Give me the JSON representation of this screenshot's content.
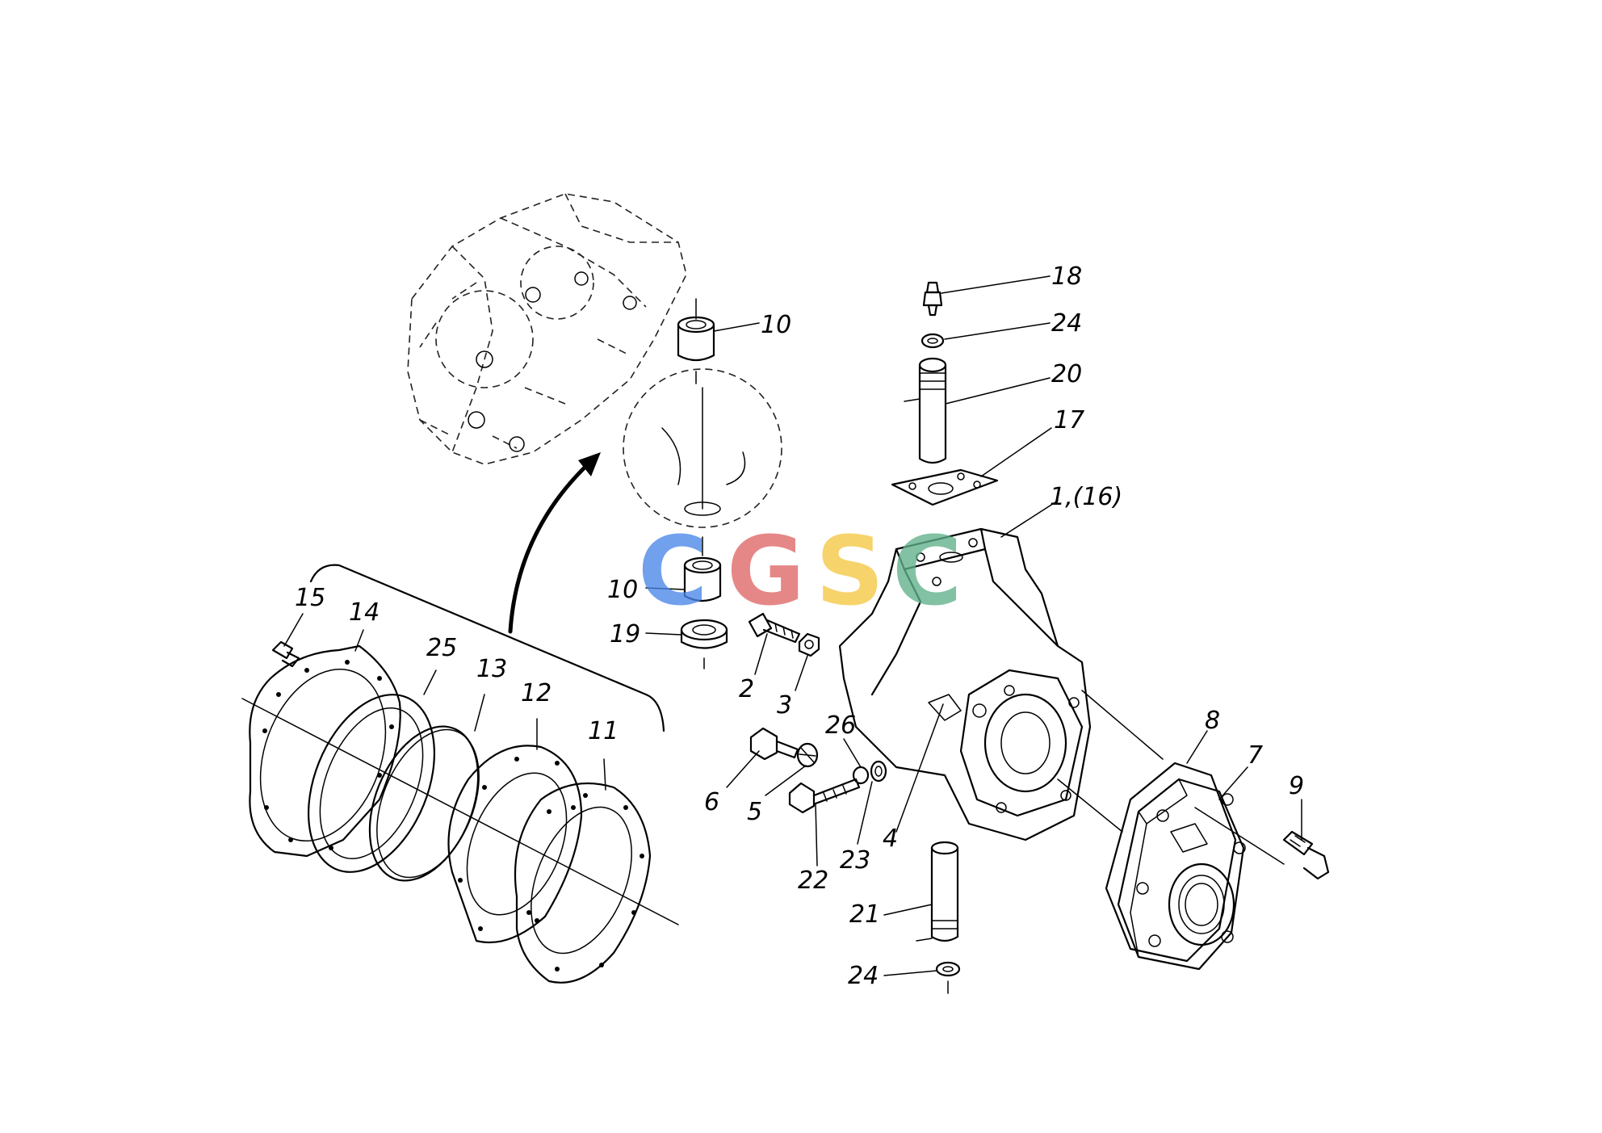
{
  "watermark": {
    "letters": [
      "C",
      "G",
      "S",
      "C"
    ],
    "colors": [
      "#4a86e8",
      "#e06666",
      "#f6c744",
      "#5fb08a"
    ]
  },
  "labels": {
    "l1": "1,(16)",
    "l2": "2",
    "l3": "3",
    "l4": "4",
    "l5": "5",
    "l6": "6",
    "l7": "7",
    "l8": "8",
    "l9": "9",
    "l10a": "10",
    "l10b": "10",
    "l11": "11",
    "l12": "12",
    "l13": "13",
    "l14": "14",
    "l15": "15",
    "l17": "17",
    "l18": "18",
    "l19": "19",
    "l20": "20",
    "l21": "21",
    "l22": "22",
    "l23": "23",
    "l24a": "24",
    "l24b": "24",
    "l25": "25",
    "l26": "26"
  }
}
